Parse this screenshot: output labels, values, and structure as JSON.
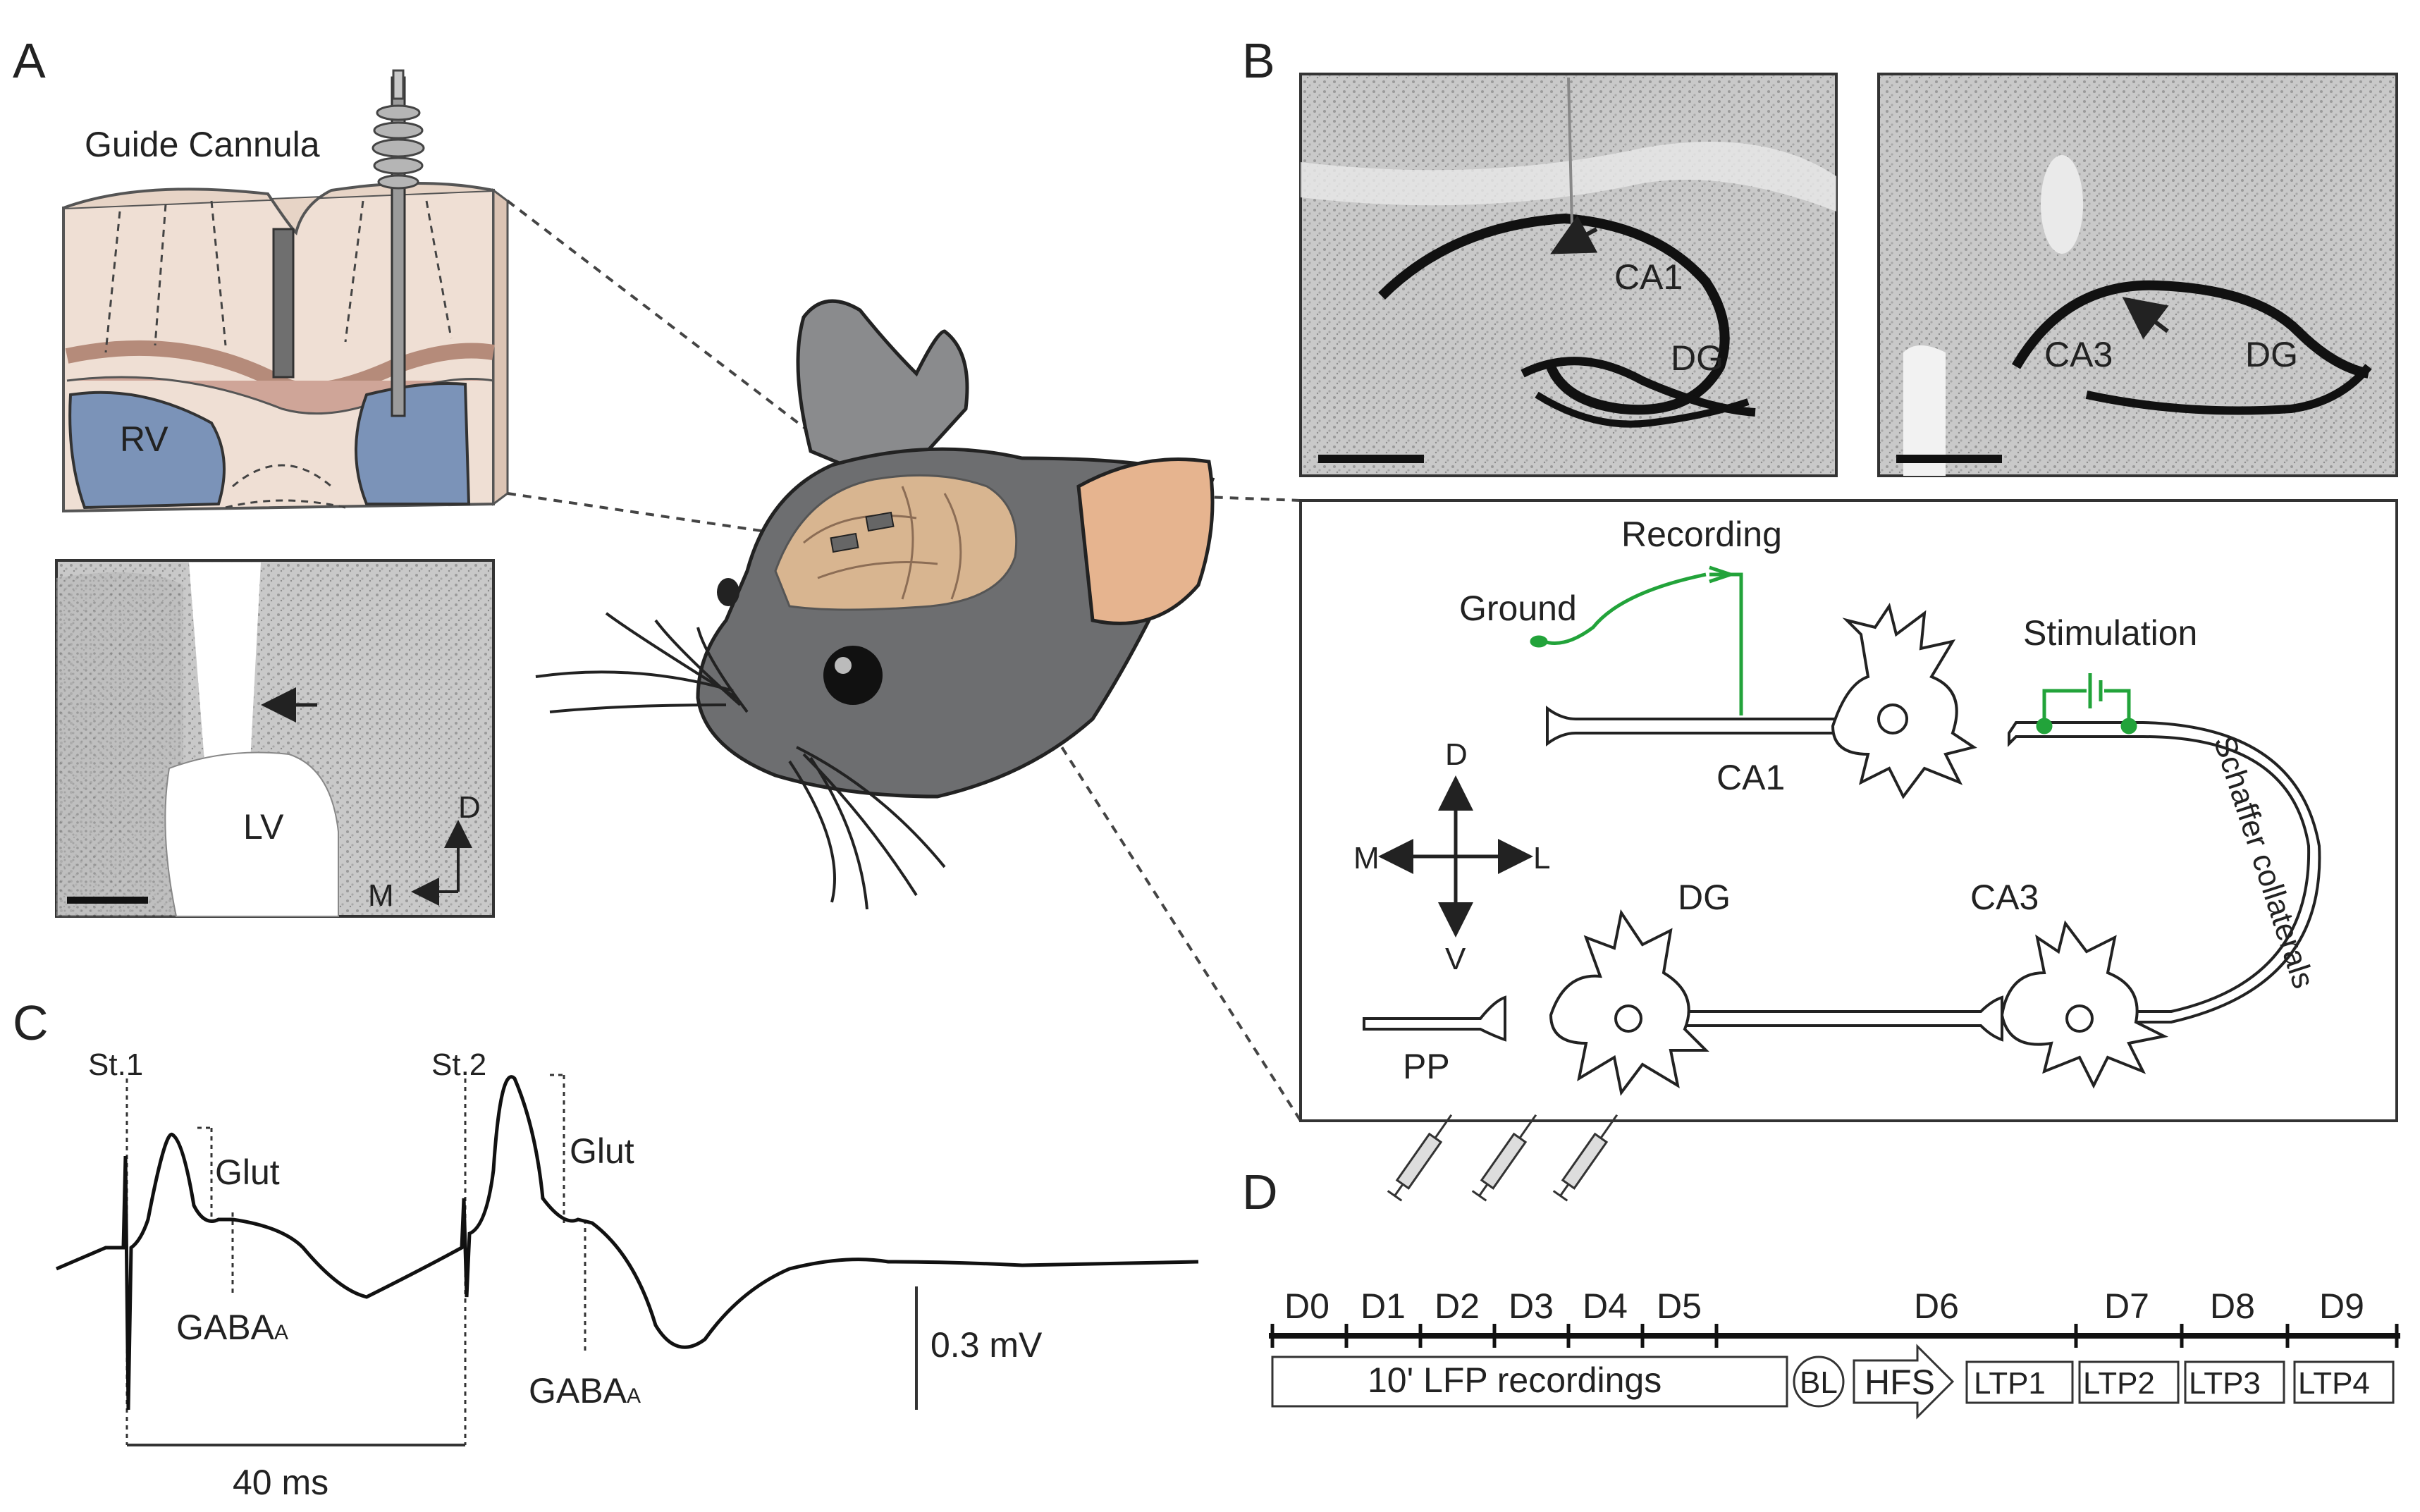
{
  "panels": {
    "a": "A",
    "b": "B",
    "c": "C",
    "d": "D"
  },
  "panel_a": {
    "cannula_label": "Guide Cannula",
    "rv_label": "RV",
    "lv_label": "LV",
    "axis_d": "D",
    "axis_m": "M"
  },
  "panel_b": {
    "slice1_ca1": "CA1",
    "slice1_dg": "DG",
    "slice2_ca3": "CA3",
    "slice2_dg": "DG",
    "recording": "Recording",
    "ground": "Ground",
    "stimulation": "Stimulation",
    "ca1": "CA1",
    "dg": "DG",
    "ca3": "CA3",
    "pp": "PP",
    "schaffer": "Schaffer collaterals",
    "compass": {
      "d": "D",
      "v": "V",
      "m": "M",
      "l": "L"
    }
  },
  "panel_c": {
    "st1": "St.1",
    "st2": "St.2",
    "glut1": "Glut",
    "glut2": "Glut",
    "gaba1": "GABA",
    "gaba2": "GABA",
    "gaba_sub": "A",
    "scale_v": "0.3 mV",
    "scale_t": "40 ms"
  },
  "panel_d": {
    "days": [
      "D0",
      "D1",
      "D2",
      "D3",
      "D4",
      "D5",
      "D6",
      "D7",
      "D8",
      "D9"
    ],
    "lfp": "10' LFP recordings",
    "bl": "BL",
    "hfs": "HFS",
    "ltp": [
      "LTP1",
      "LTP2",
      "LTP3",
      "LTP4"
    ]
  },
  "colors": {
    "stimulation_green": "#22a33a",
    "mouse_gray": "#6d6e70",
    "brain_tan": "#d8b590",
    "ventricle_blue": "#7b93b8",
    "block_tan": "#efdfd4"
  }
}
